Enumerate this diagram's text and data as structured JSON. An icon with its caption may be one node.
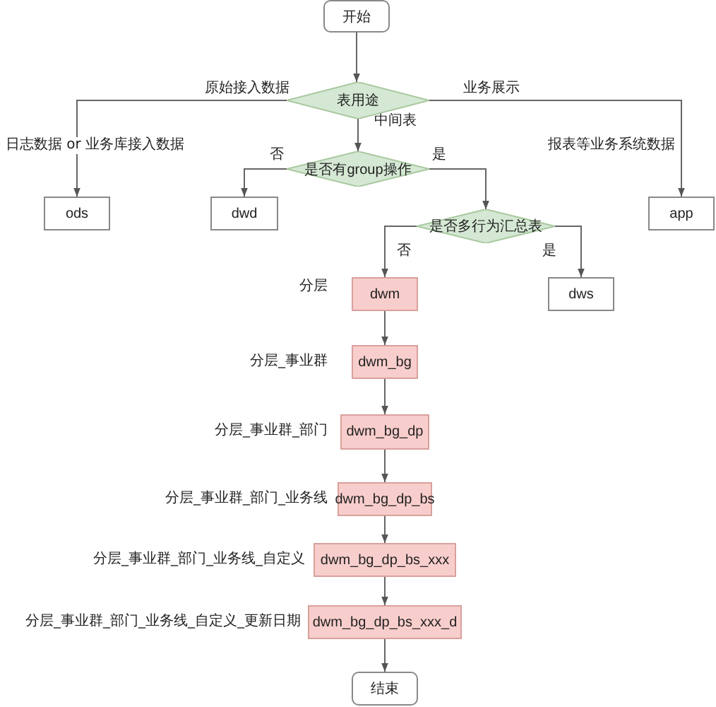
{
  "diagram": {
    "nodes": [
      {
        "text": [
          "开始"
        ]
      },
      {
        "text": [
          "表用途"
        ]
      },
      {
        "text": [
          "ods"
        ],
        "beside": [
          "日志数据 or 业务库接入数据"
        ]
      },
      {
        "text": [
          "是否有group操作"
        ]
      },
      {
        "text": [
          "dwd"
        ]
      },
      {
        "text": [
          "app"
        ],
        "beside": [
          "报表等业务系统数据"
        ]
      },
      {
        "text": [
          "是否多行为汇总表"
        ]
      },
      {
        "text": [
          "dwm"
        ],
        "beside": [
          "分层"
        ]
      },
      {
        "text": [
          "dws"
        ]
      },
      {
        "text": [
          "dwm_bg"
        ],
        "beside": [
          "分层_事业群"
        ]
      },
      {
        "text": [
          "dwm_bg_dp"
        ],
        "beside": [
          "分层_事业群_部门"
        ]
      },
      {
        "text": [
          "dwm_bg_dp_bs"
        ],
        "beside": [
          "分层_事业群_部门_业务线"
        ]
      },
      {
        "text": [
          "dwm_bg_dp_bs_xxx"
        ],
        "beside": [
          "分层_事业群_部门_业务线_自定义"
        ]
      },
      {
        "text": [
          "dwm_bg_dp_bs_xxx_d"
        ],
        "beside": [
          "分层_事业群_部门_业务线_自定义_更新日期"
        ]
      },
      {
        "text": [
          "结束"
        ]
      }
    ],
    "edges": [
      {
        "from": 0,
        "to": 1,
        "arrow": "to"
      },
      {
        "from": 1,
        "to": 2,
        "arrow": "to",
        "label": "原始接入数据"
      },
      {
        "from": 1,
        "to": 5,
        "arrow": "to",
        "label": "业务展示"
      },
      {
        "from": 1,
        "to": 3,
        "arrow": "to",
        "label": "中间表"
      },
      {
        "from": 3,
        "to": 4,
        "arrow": "to",
        "label": "否"
      },
      {
        "from": 3,
        "to": 6,
        "arrow": "to",
        "label": "是"
      },
      {
        "from": 6,
        "to": 7,
        "arrow": "to",
        "label": "否"
      },
      {
        "from": 6,
        "to": 8,
        "arrow": "to",
        "label": "是"
      },
      {
        "from": 7,
        "to": 9,
        "arrow": "to"
      },
      {
        "from": 9,
        "to": 10,
        "arrow": "to"
      },
      {
        "from": 10,
        "to": 11,
        "arrow": "to"
      },
      {
        "from": 11,
        "to": 12,
        "arrow": "to"
      },
      {
        "from": 12,
        "to": 13,
        "arrow": "to"
      },
      {
        "from": 13,
        "to": 14,
        "arrow": "to"
      }
    ]
  }
}
